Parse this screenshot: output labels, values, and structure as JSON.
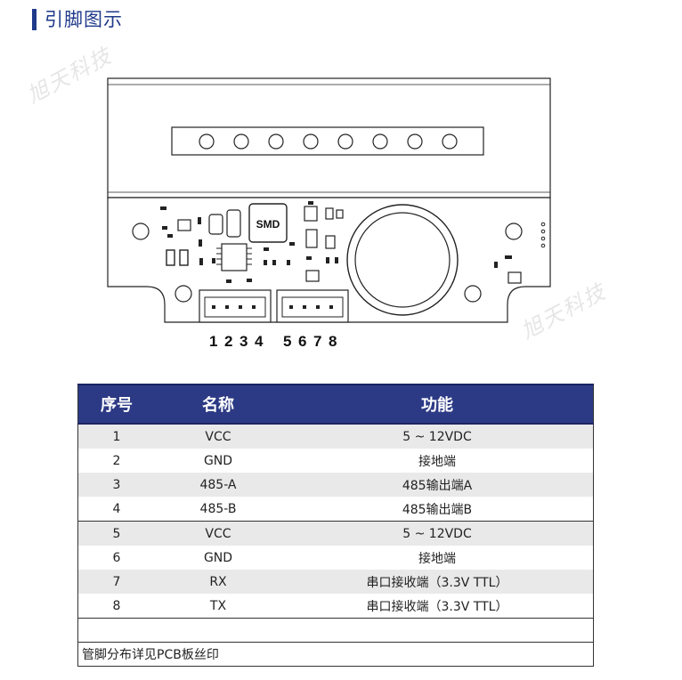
{
  "title": "引脚图示",
  "watermark": "旭天科技",
  "diagram": {
    "smd_label": "SMD",
    "pin_numbers": [
      "1",
      "2",
      "3",
      "4",
      "5",
      "6",
      "7",
      "8"
    ]
  },
  "table": {
    "headers": [
      "序号",
      "名称",
      "功能"
    ],
    "rows": [
      {
        "no": "1",
        "name": "VCC",
        "func": "5 ~ 12VDC"
      },
      {
        "no": "2",
        "name": "GND",
        "func": "接地端"
      },
      {
        "no": "3",
        "name": "485-A",
        "func": "485输出端A"
      },
      {
        "no": "4",
        "name": "485-B",
        "func": "485输出端B"
      },
      {
        "no": "5",
        "name": "VCC",
        "func": "5 ~ 12VDC"
      },
      {
        "no": "6",
        "name": "GND",
        "func": "接地端"
      },
      {
        "no": "7",
        "name": "RX",
        "func": "串口接收端（3.3V TTL）"
      },
      {
        "no": "8",
        "name": "TX",
        "func": "串口接收端（3.3V TTL）"
      }
    ],
    "note": "管脚分布详见PCB板丝印"
  }
}
